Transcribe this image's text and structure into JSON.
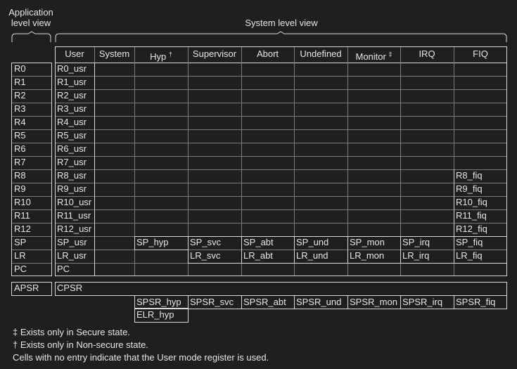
{
  "headers": {
    "application_line1": "Application",
    "application_line2": "level view",
    "system": "System level view"
  },
  "columns": [
    {
      "label": "User",
      "mark": ""
    },
    {
      "label": "System",
      "mark": ""
    },
    {
      "label": "Hyp",
      "mark": "†"
    },
    {
      "label": "Supervisor",
      "mark": ""
    },
    {
      "label": "Abort",
      "mark": ""
    },
    {
      "label": "Undefined",
      "mark": ""
    },
    {
      "label": "Monitor",
      "mark": "‡"
    },
    {
      "label": "IRQ",
      "mark": ""
    },
    {
      "label": "FIQ",
      "mark": ""
    }
  ],
  "app_registers": [
    "R0",
    "R1",
    "R2",
    "R3",
    "R4",
    "R5",
    "R6",
    "R7",
    "R8",
    "R9",
    "R10",
    "R11",
    "R12",
    "SP",
    "LR",
    "PC"
  ],
  "user_registers": [
    "R0_usr",
    "R1_usr",
    "R2_usr",
    "R3_usr",
    "R4_usr",
    "R5_usr",
    "R6_usr",
    "R7_usr",
    "R8_usr",
    "R9_usr",
    "R10_usr",
    "R11_usr",
    "R12_usr",
    "SP_usr",
    "LR_usr",
    "PC"
  ],
  "fiq_registers": [
    "R8_fiq",
    "R9_fiq",
    "R10_fiq",
    "R11_fiq",
    "R12_fiq",
    "SP_fiq",
    "LR_fiq"
  ],
  "banked": {
    "sp": [
      "SP_hyp",
      "SP_svc",
      "SP_abt",
      "SP_und",
      "SP_mon",
      "SP_irq"
    ],
    "lr": [
      "LR_svc",
      "LR_abt",
      "LR_und",
      "LR_mon",
      "LR_irq"
    ]
  },
  "status": {
    "apsr": "APSR",
    "cpsr": "CPSR",
    "spsr": [
      "SPSR_hyp",
      "SPSR_svc",
      "SPSR_abt",
      "SPSR_und",
      "SPSR_mon",
      "SPSR_irq",
      "SPSR_fiq"
    ],
    "elr": "ELR_hyp"
  },
  "notes": [
    "‡ Exists only in Secure state.",
    "† Exists only in Non-secure state.",
    "Cells with no entry indicate that the User mode register is used."
  ]
}
